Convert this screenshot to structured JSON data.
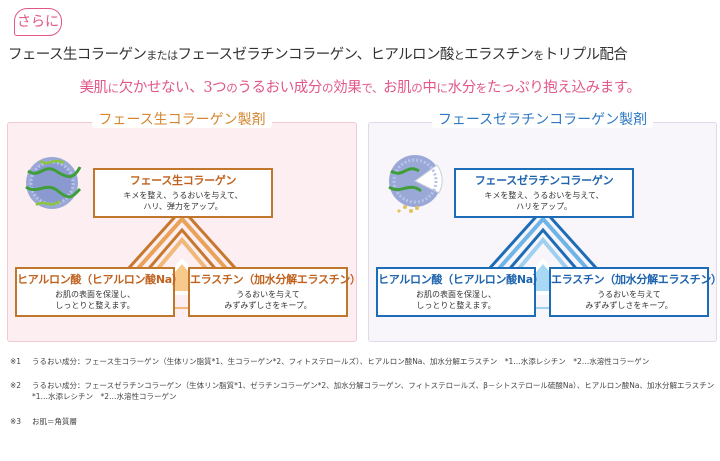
{
  "badge": "さらに",
  "headline": {
    "part1": "フェース生コラーゲン",
    "conj1": "または",
    "part2": "フェースゼラチンコラーゲン、ヒアルロン酸",
    "conj2": "と",
    "part3": "エラスチン",
    "conj3": "を",
    "part4": "トリプル配合"
  },
  "subline": {
    "s1": "美肌",
    "s2": "に",
    "s3": "欠かせない、3つ",
    "s4": "の",
    "s5": "うるおい成分",
    "s6": "の",
    "s7": "効果",
    "s8": "で、",
    "s9": "お肌",
    "s10": "の",
    "s11": "中",
    "s12": "に",
    "s13": "水分",
    "s14": "を",
    "s15": "たっぷり抱え込みます。"
  },
  "panels": [
    {
      "title": "フェース生コラーゲン製剤",
      "top": {
        "title": "フェース生コラーゲン",
        "desc1": "キメを整え、うるおいを与えて、",
        "desc2": "ハリ、弾力をアップ。"
      },
      "left": {
        "title": "ヒアルロン酸（ヒアルロン酸Na）",
        "desc1": "お肌の表面を保湿し、",
        "desc2": "しっとりと整えます。"
      },
      "right": {
        "title": "エラスチン（加水分解エラスチン）",
        "desc1": "うるおいを与えて",
        "desc2": "みずみずしさをキープ。"
      }
    },
    {
      "title": "フェースゼラチンコラーゲン製剤",
      "top": {
        "title": "フェースゼラチンコラーゲン",
        "desc1": "キメを整え、うるおいを与えて、",
        "desc2": "ハリをアップ。"
      },
      "left": {
        "title": "ヒアルロン酸（ヒアルロン酸Na）",
        "desc1": "お肌の表面を保湿し、",
        "desc2": "しっとりと整えます。"
      },
      "right": {
        "title": "エラスチン（加水分解エラスチン）",
        "desc1": "うるおいを与えて",
        "desc2": "みずみずしさをキープ。"
      }
    }
  ],
  "notes": [
    {
      "mark": "※1",
      "text": "うるおい成分：フェース生コラーゲン（生体リン脂質*1、生コラーゲン*2、フィトステロールズ）、ヒアルロン酸Na、加水分解エラスチン　*1…水添レシチン　*2…水溶性コラーゲン"
    },
    {
      "mark": "※2",
      "text": "うるおい成分：フェースゼラチンコラーゲン（生体リン脂質*1、ゼラチンコラーゲン*2、加水分解コラーゲン、フィトステロールズ、β－シトステロール硫酸Na）、ヒアルロン酸Na、加水分解エラスチン　*1…水添レシチン　*2…水溶性コラーゲン"
    },
    {
      "mark": "※3",
      "text": "お肌＝角質層"
    }
  ],
  "colors": {
    "pink_accent": "#e2578a",
    "orange_accent": "#c0762b",
    "blue_accent": "#1d6cb8",
    "left_panel_bg": "#fdeef1",
    "right_panel_bg": "#f8f6fb"
  },
  "icons": [
    "lipid-sphere-icon",
    "lipid-sphere-cutaway-icon",
    "triangle-stripes-icon"
  ]
}
